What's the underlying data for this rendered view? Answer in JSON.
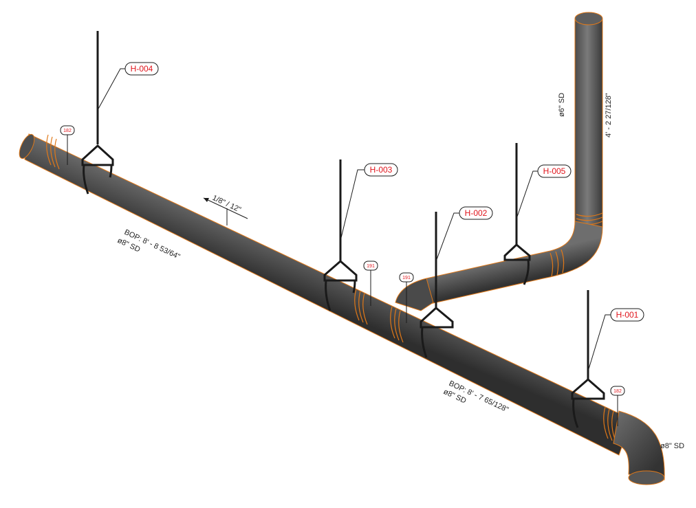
{
  "colors": {
    "pipe_dark": "#3b3b3b",
    "pipe_mid": "#5a5a5a",
    "pipe_light": "#8a8a8a",
    "edge_orange": "#e07818",
    "tag_red": "#e0141b",
    "hanger": "#1a1a1a"
  },
  "hanger_tags": {
    "h004": "H-004",
    "h003": "H-003",
    "h005": "H-005",
    "h002": "H-002",
    "h001": "H-001"
  },
  "coupling_tags": {
    "left": "182",
    "mid_a": "191",
    "mid_b": "191",
    "right": "182"
  },
  "annotations": {
    "slope": "1/8\" / 12\"",
    "main_left_bop": "BOP: 8' - 8 53/64\"",
    "main_left_size": "ø8\" SD",
    "main_right_bop": "BOP: 8' - 7 65/128\"",
    "main_right_size": "ø8\" SD",
    "riser_size": "ø6\" SD",
    "riser_length": "4' - 2 27/128\"",
    "elbow_size": "ø8\" SD"
  }
}
